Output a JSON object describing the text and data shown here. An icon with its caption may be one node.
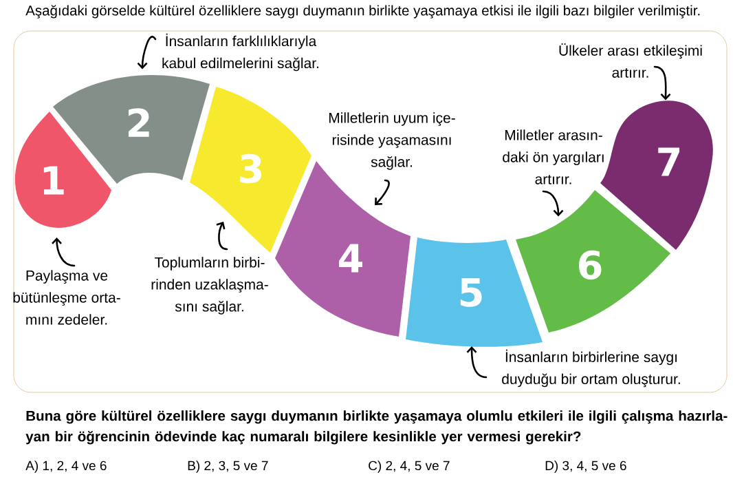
{
  "diagram": {
    "title": "Aşağıdaki görselde kültürel özelliklere saygı duymanın birlikte yaşamaya etkisi ile ilgili bazı bilgiler verilmiştir.",
    "nodes": [
      {
        "text": [
          "1"
        ]
      },
      {
        "text": [
          "2"
        ]
      },
      {
        "text": [
          "3"
        ]
      },
      {
        "text": [
          "4"
        ]
      },
      {
        "text": [
          "5"
        ]
      },
      {
        "text": [
          "6"
        ]
      },
      {
        "text": [
          "7"
        ]
      },
      {
        "text": [
          "Paylaşma ve bütünleşme orta- mını zedeler."
        ]
      },
      {
        "text": [
          "İnsanların farklılıklarıyla kabul edilmelerini sağlar."
        ]
      },
      {
        "text": [
          "Toplumların birbi- rinden uzaklaşma- sını sağlar."
        ]
      },
      {
        "text": [
          "Milletlerin uyum içe- risinde yaşamasını sağlar."
        ]
      },
      {
        "text": [
          "İnsanların birbirlerine saygı duyduğu bir ortam oluşturur."
        ]
      },
      {
        "text": [
          "Milletler arasın- daki ön yargıları artırır."
        ]
      },
      {
        "text": [
          "Ülkeler arası etkileşimi artırır."
        ]
      }
    ],
    "edges": [
      {
        "from": 7,
        "to": 0,
        "arrow": "to"
      },
      {
        "from": 8,
        "to": 1,
        "arrow": "to"
      },
      {
        "from": 9,
        "to": 2,
        "arrow": "to"
      },
      {
        "from": 10,
        "to": 3,
        "arrow": "to"
      },
      {
        "from": 11,
        "to": 4,
        "arrow": "to"
      },
      {
        "from": 12,
        "to": 5,
        "arrow": "to"
      },
      {
        "from": 13,
        "to": 6,
        "arrow": "to"
      }
    ],
    "labels": [
      "Buna göre kültürel özelliklere saygı duymanın birlikte yaşamaya olumlu etkileri ile ilgili çalışma hazırla- yan bir öğrencinin ödevinde kaç numaralı bilgilere kesinlikle yer vermesi gerekir?",
      "A) 1, 2, 4 ve 6",
      "B) 2, 3, 5 ve 7",
      "C) 2, 4, 5 ve 7",
      "D) 3, 4, 5 ve 6"
    ]
  }
}
